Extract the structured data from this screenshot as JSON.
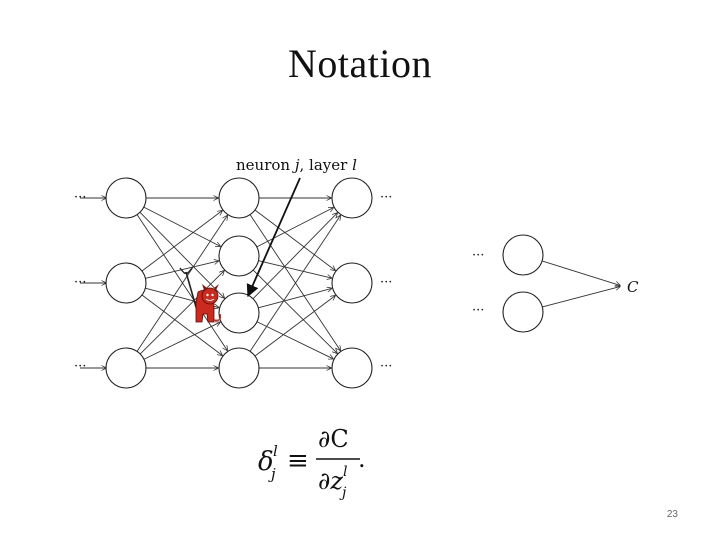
{
  "slide": {
    "title": "Notation",
    "page_number": "23"
  },
  "diagram": {
    "annotation": {
      "prefix": "neuron ",
      "j": "j",
      "mid": ", layer ",
      "l": "l"
    },
    "ellipsis": "···",
    "output_label": "C",
    "layers": [
      {
        "neurons": 3,
        "has_left_dots": true
      },
      {
        "neurons": 4,
        "has_left_dots": false,
        "highlighted_index": 2
      },
      {
        "neurons": 3,
        "has_right_dots": true
      }
    ],
    "output_group": {
      "neurons": 2,
      "has_left_dots": true
    }
  },
  "equation": {
    "delta": "δ",
    "super_l": "l",
    "sub_j": "j",
    "equiv": "≡",
    "numerator": "∂C",
    "denominator_base": "∂z",
    "period": "."
  },
  "colors": {
    "devil_red": "#cc2a1e",
    "stroke": "#222222"
  },
  "icons": [
    "devil-icon"
  ]
}
